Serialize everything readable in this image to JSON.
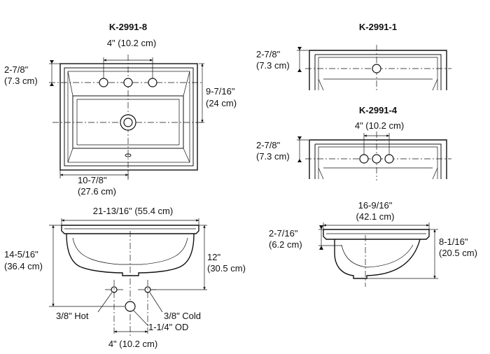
{
  "titles": {
    "model_8": "K-2991-8",
    "model_1": "K-2991-1",
    "model_4": "K-2991-4"
  },
  "dims": {
    "k8_spread": "4\" (10.2 cm)",
    "k8_deck_in": "2-7/8\"",
    "k8_deck_cm": "(7.3 cm)",
    "k8_depth_in": "9-7/16\"",
    "k8_depth_cm": "(24 cm)",
    "k8_bowl_in": "10-7/8\"",
    "k8_bowl_cm": "(27.6 cm)",
    "k1_deck_in": "2-7/8\"",
    "k1_deck_cm": "(7.3 cm)",
    "k4_spread": "4\" (10.2 cm)",
    "k4_deck_in": "2-7/8\"",
    "k4_deck_cm": "(7.3 cm)",
    "front_width": "21-13/16\" (55.4 cm)",
    "front_height_in": "14-5/16\"",
    "front_height_cm": "(36.4 cm)",
    "front_12_in": "12\"",
    "front_12_cm": "(30.5 cm)",
    "hot": "3/8\" Hot",
    "cold": "3/8\" Cold",
    "od": "1-1/4\" OD",
    "front_spread": "4\" (10.2 cm)",
    "side_width_in": "16-9/16\"",
    "side_width_cm": "(42.1 cm)",
    "side_rim_in": "2-7/16\"",
    "side_rim_cm": "(6.2 cm)",
    "side_height_in": "8-1/16\"",
    "side_height_cm": "(20.5 cm)"
  }
}
